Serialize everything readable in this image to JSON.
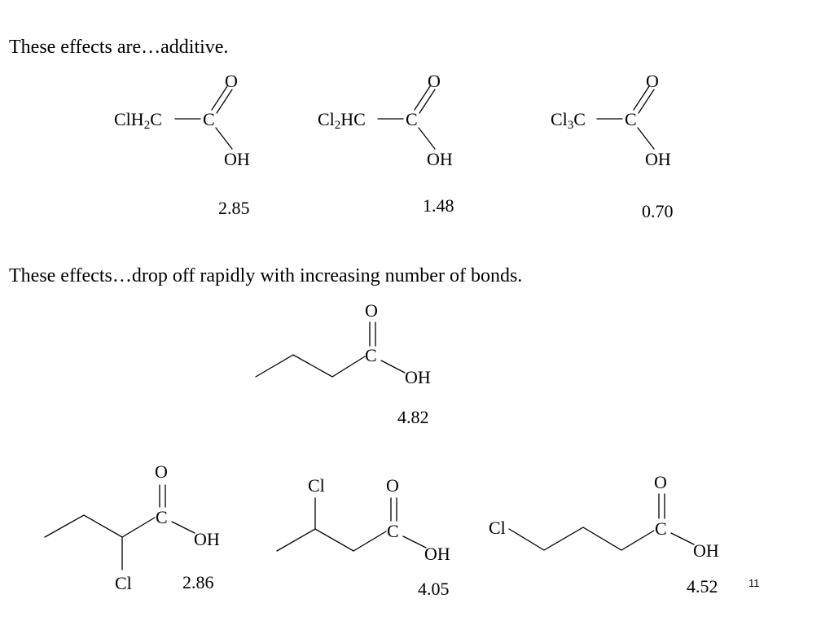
{
  "headings": {
    "additive": "These effects are…additive.",
    "distance": "These effects…drop off rapidly with increasing number of bonds."
  },
  "atoms": {
    "oxygen": "O",
    "carbon": "C",
    "hydroxyl": "OH",
    "chlorine": "Cl"
  },
  "acids": {
    "chloroacetic": {
      "formula": {
        "prefix": "ClH",
        "sub": "2",
        "suffix": "C"
      },
      "pka": "2.85"
    },
    "dichloroacetic": {
      "formula": {
        "prefix": "Cl",
        "sub": "2",
        "suffix": "HC"
      },
      "pka": "1.48"
    },
    "trichloroacetic": {
      "formula": {
        "prefix": "Cl",
        "sub": "3",
        "suffix": "C"
      },
      "pka": "0.70"
    },
    "butanoic": {
      "pka": "4.82"
    },
    "chloro_2_butanoic": {
      "pka": "2.86"
    },
    "chloro_3_butanoic": {
      "pka": "4.05"
    },
    "chloro_4_butanoic": {
      "pka": "4.52"
    }
  },
  "slide": {
    "number": "11"
  }
}
